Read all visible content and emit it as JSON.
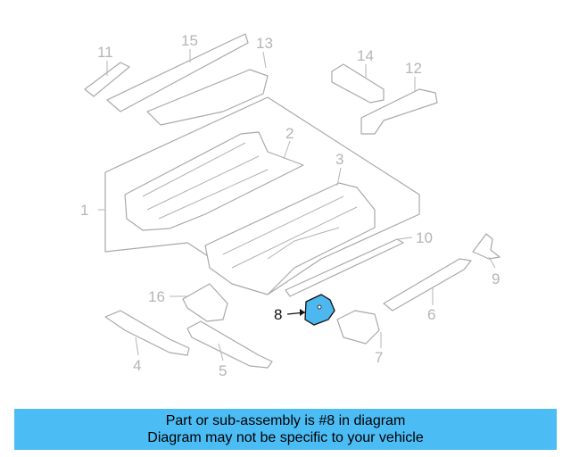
{
  "diagram": {
    "callouts": [
      "1",
      "2",
      "3",
      "4",
      "5",
      "6",
      "7",
      "8",
      "9",
      "10",
      "11",
      "12",
      "13",
      "14",
      "15",
      "16"
    ],
    "highlighted_part": "8",
    "highlight_color": "#4db8f0",
    "line_color": "#a9a9a9"
  },
  "banner": {
    "line1": "Part or sub-assembly is #8 in diagram",
    "line2": "Diagram may not be specific to your vehicle",
    "background": "#4cbcf4"
  }
}
